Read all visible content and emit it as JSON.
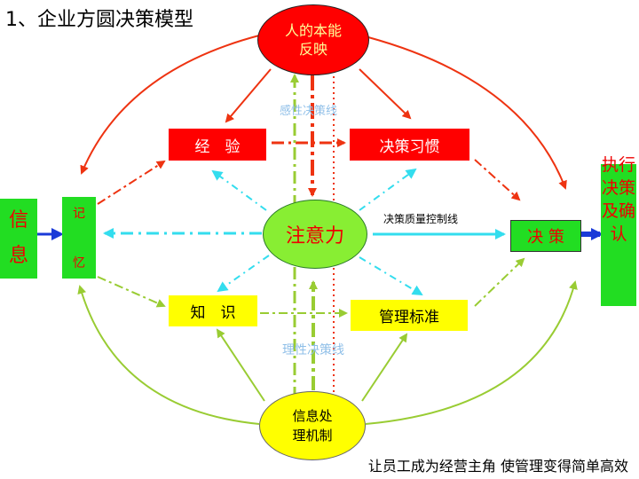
{
  "title": "1、企业方圆决策模型",
  "footer": "让员工成为经营主角  使管理变得简单高效",
  "nodes": {
    "instinct": "人的本能\n反映",
    "experience": "经　验",
    "habit": "决策习惯",
    "attention": "注意力",
    "knowledge": "知　识",
    "management_standard": "管理标准",
    "info_processing": "信息处\n理机制",
    "information": "信\n息",
    "memory_top": "记",
    "memory_bottom": "忆",
    "decision": "决 策",
    "execute_confirm": "执行决策及确认"
  },
  "labels": {
    "perceptual_line": "感性决策线",
    "rational_line": "理性决策线",
    "quality_control_line": "决策质量控制线"
  },
  "colors": {
    "red": "#ff0000",
    "green": "#22dd22",
    "yellow": "#ffff00",
    "arrow_red": "#ee3311",
    "arrow_green": "#99cc33",
    "arrow_cyan": "#33ddee",
    "arrow_blue": "#1a3ad8",
    "label_blue": "#8fbfe8"
  }
}
